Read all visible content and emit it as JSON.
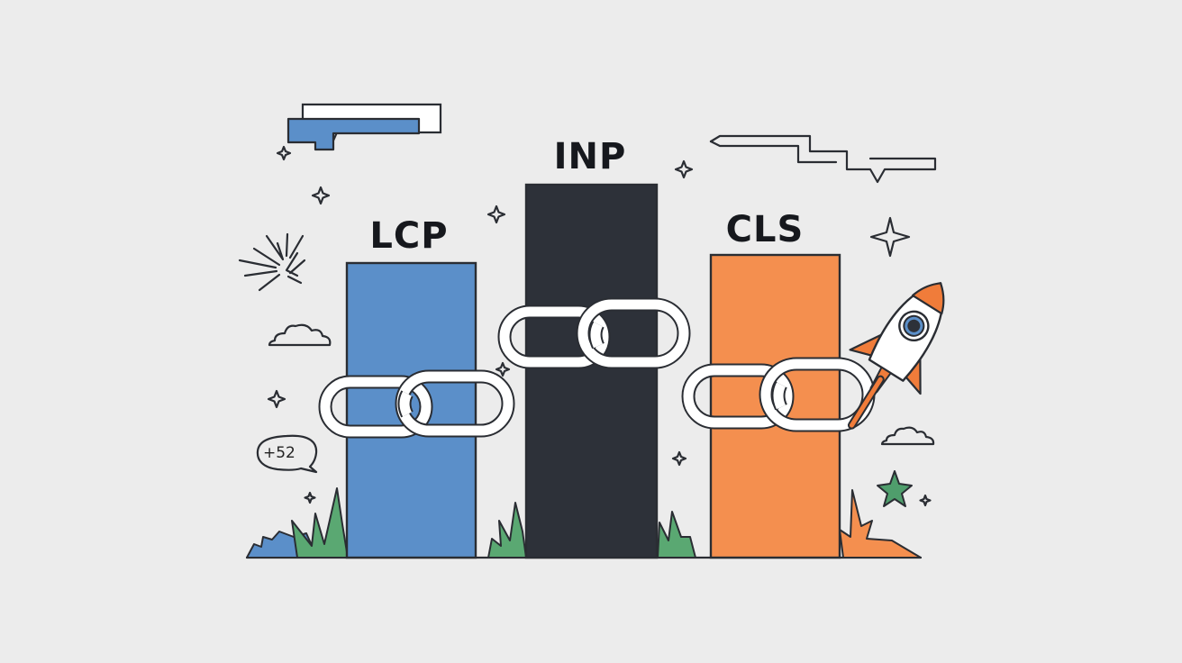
{
  "metrics": [
    {
      "label": "LCP",
      "color": "#5b8fc9"
    },
    {
      "label": "INP",
      "color": "#2d3139"
    },
    {
      "label": "CLS",
      "color": "#f48f4f"
    }
  ],
  "bubble": {
    "text": "+52"
  },
  "colors": {
    "background": "#ececec",
    "outline": "#2a2d33",
    "plant_green": "#5aa872",
    "star_green": "#4f9e6c",
    "rocket_orange": "#f07c3a",
    "chain_fill": "#ffffff"
  },
  "icons": [
    "flag-icon",
    "route-arrow-icon",
    "sparkle-icon",
    "burst-icon",
    "cloud-icon",
    "speech-bubble-icon",
    "chain-link-icon",
    "rocket-icon",
    "star-icon",
    "grass-icon"
  ]
}
